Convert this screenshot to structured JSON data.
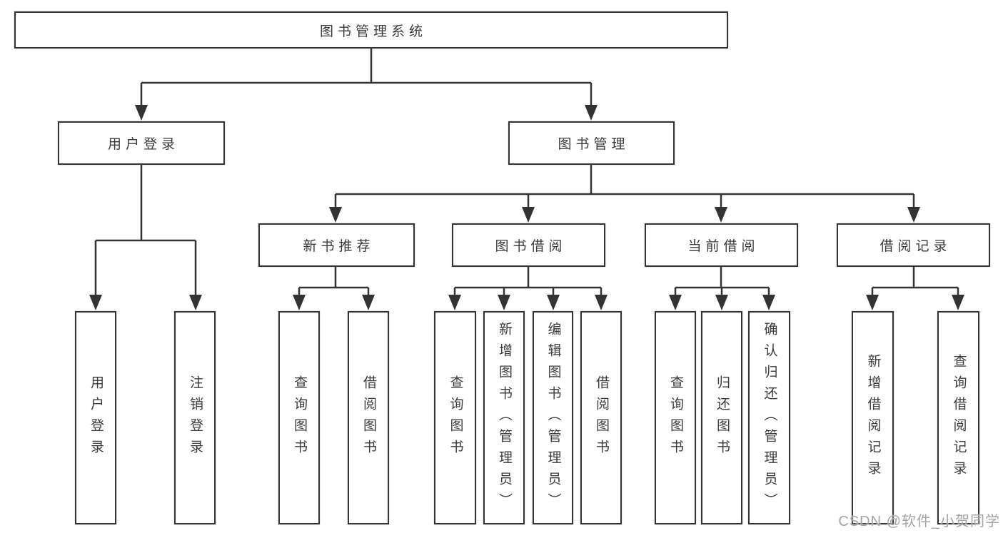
{
  "diagram_title": "图书管理系统",
  "tree": {
    "root": {
      "label": "图书管理系统"
    },
    "branches": [
      {
        "label": "用户登录",
        "children": [
          {
            "label": "用户登录"
          },
          {
            "label": "注销登录"
          }
        ]
      },
      {
        "label": "图书管理",
        "groups": [
          {
            "label": "新书推荐",
            "children": [
              {
                "label": "查询图书"
              },
              {
                "label": "借阅图书"
              }
            ]
          },
          {
            "label": "图书借阅",
            "children": [
              {
                "label": "查询图书"
              },
              {
                "label": "新增图书（管理员）"
              },
              {
                "label": "编辑图书（管理员）"
              },
              {
                "label": "借阅图书"
              }
            ]
          },
          {
            "label": "当前借阅",
            "children": [
              {
                "label": "查询图书"
              },
              {
                "label": "归还图书"
              },
              {
                "label": "确认归还（管理员）"
              }
            ]
          },
          {
            "label": "借阅记录",
            "children": [
              {
                "label": "新增借阅记录"
              },
              {
                "label": "查询借阅记录"
              }
            ]
          }
        ]
      }
    ]
  },
  "watermark": {
    "text": "CSDN @软件_小贺同学"
  },
  "colors": {
    "line": "#333333",
    "text": "#3b3b3b",
    "watermark": "#a4a4a4",
    "background": "#ffffff"
  }
}
